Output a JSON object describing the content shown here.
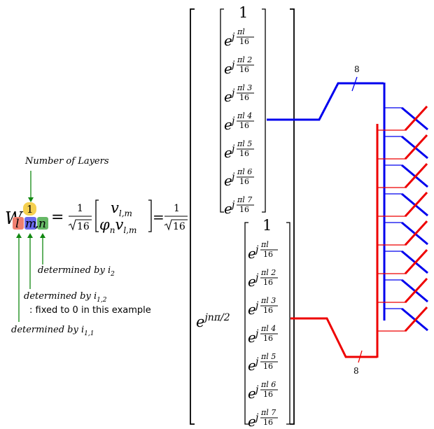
{
  "annotations": {
    "layers": "Number of Layers",
    "by_i2": "determined by i",
    "by_i2_sub": "2",
    "by_i12": "determined by i",
    "by_i12_sub": "1,2",
    "fixed": ": fixed to 0 in this example",
    "by_i11": "determined by i",
    "by_i11_sub": "1,1"
  },
  "formula": {
    "W": "W",
    "superscript": "1",
    "l": "l",
    "m": "m",
    "n": "n",
    "sep": ",",
    "equals": "=",
    "frac_num": "1",
    "frac_den": "16",
    "v_top": "v",
    "v_top_sub": "l,m",
    "phi": "φ",
    "phi_sub": "n",
    "v_bot": "v",
    "v_bot_sub": "l,m",
    "exp_prefix": "e",
    "exp_prefix_sup": "jnπ/2"
  },
  "vector": {
    "first": "1",
    "base": "e",
    "j": "j",
    "num": "πl",
    "den": "16",
    "multipliers": [
      "",
      "2",
      "3",
      "4",
      "5",
      "6",
      "7"
    ]
  },
  "antenna": {
    "label_top": "8",
    "label_bottom": "8",
    "colors": {
      "blue": "#0000ee",
      "red": "#ee0000",
      "green": "#118811",
      "l_box": "#f08070",
      "m_box": "#6a6aee",
      "n_box": "#66b866",
      "sup_box": "#f5d050"
    }
  }
}
